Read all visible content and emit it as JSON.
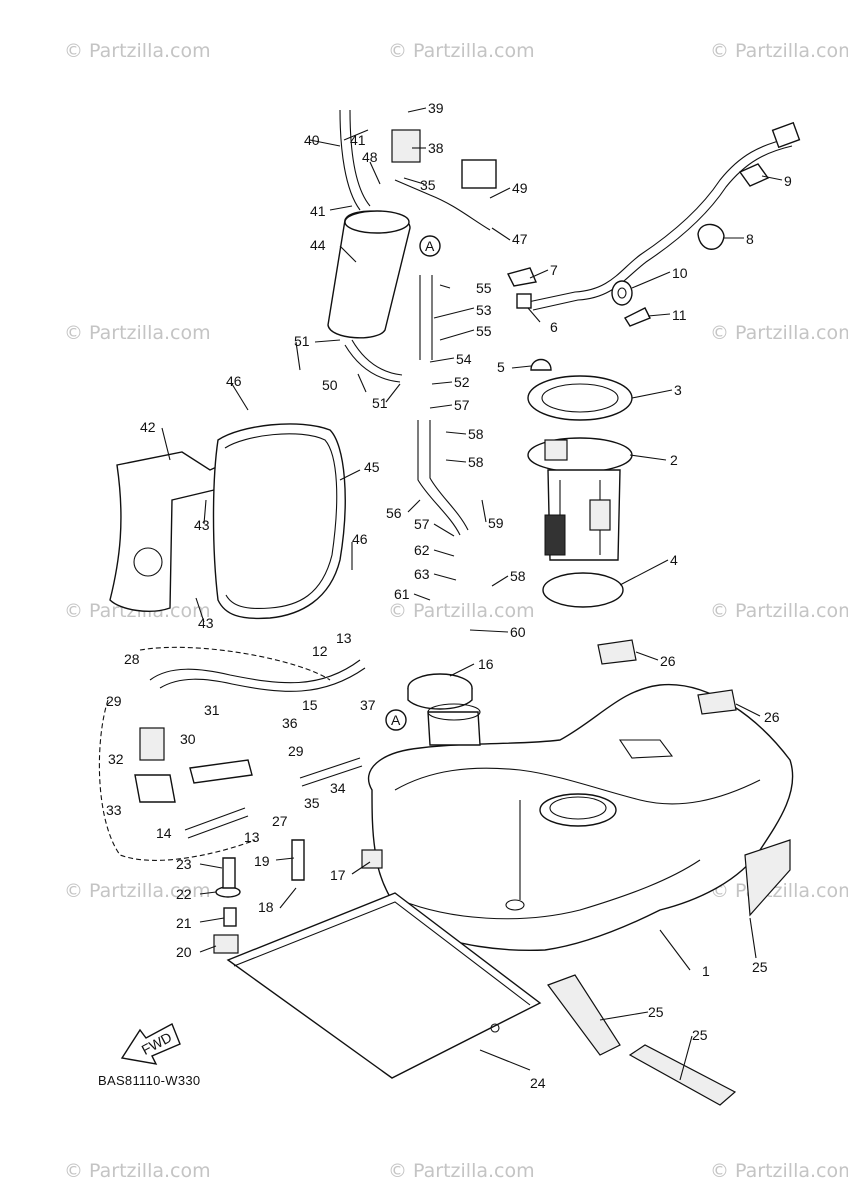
{
  "watermark": "© Partzilla.com",
  "diagram_code": "BAS81110-W330",
  "fwd_label": "FWD",
  "ref_mark": "A",
  "callouts": [
    "1",
    "2",
    "3",
    "4",
    "5",
    "6",
    "7",
    "8",
    "9",
    "10",
    "11",
    "12",
    "13",
    "13",
    "14",
    "15",
    "16",
    "17",
    "18",
    "19",
    "20",
    "21",
    "22",
    "23",
    "24",
    "25",
    "25",
    "25",
    "26",
    "26",
    "27",
    "28",
    "29",
    "29",
    "30",
    "31",
    "32",
    "33",
    "34",
    "35",
    "35",
    "36",
    "37",
    "38",
    "39",
    "40",
    "41",
    "41",
    "42",
    "43",
    "43",
    "44",
    "45",
    "46",
    "46",
    "47",
    "48",
    "49",
    "50",
    "51",
    "51",
    "52",
    "53",
    "54",
    "55",
    "55",
    "56",
    "57",
    "57",
    "58",
    "58",
    "58",
    "59",
    "60",
    "61",
    "62",
    "63"
  ]
}
